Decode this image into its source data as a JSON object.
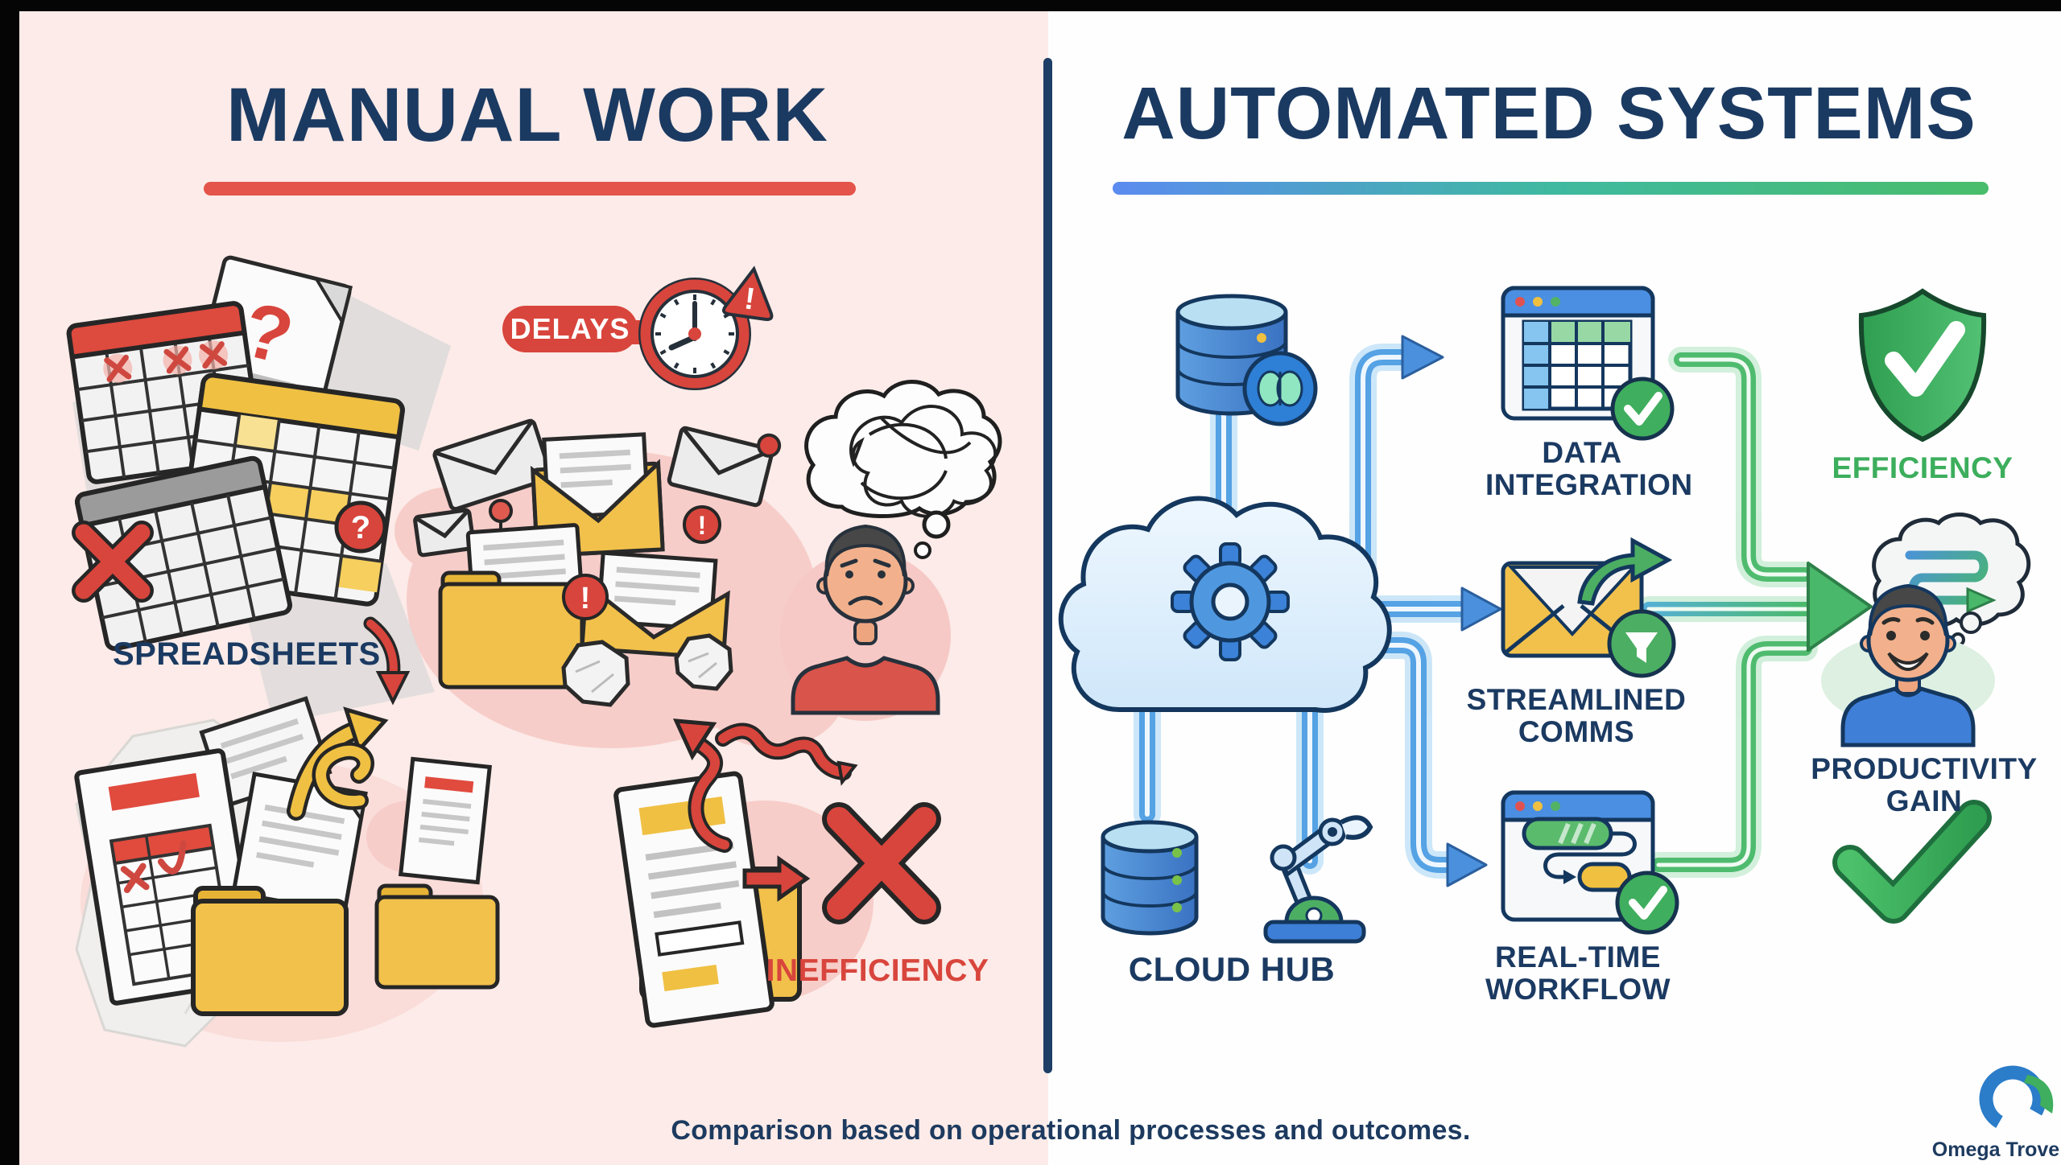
{
  "header": {
    "left_title": "MANUAL WORK",
    "right_title": "AUTOMATED SYSTEMS"
  },
  "left_panel": {
    "spreadsheets_label": "SPREADSHEETS",
    "delays_badge": "DELAYS",
    "inefficiency_label": "INEFFICIENCY"
  },
  "right_panel": {
    "data_integration_line1": "DATA",
    "data_integration_line2": "INTEGRATION",
    "streamlined_line1": "STREAMLINED",
    "streamlined_line2": "COMMS",
    "realtime_line1": "REAL-TIME",
    "realtime_line2": "WORKFLOW",
    "cloud_hub_label": "CLOUD HUB",
    "efficiency_label": "EFFICIENCY",
    "productivity_line1": "PRODUCTIVITY",
    "productivity_line2": "GAIN"
  },
  "glyphs": {
    "question": "?",
    "exclamation": "!"
  },
  "footer": {
    "caption": "Comparison based on operational processes and outcomes.",
    "brand": "Omega Trove"
  },
  "colors": {
    "navy": "#1b3a62",
    "red": "#d8453c",
    "pink_background": "#fcebe8",
    "yellow": "#f2c14b",
    "green": "#3fae5e",
    "blue": "#4a90dd",
    "divider": "#1d3e66"
  }
}
